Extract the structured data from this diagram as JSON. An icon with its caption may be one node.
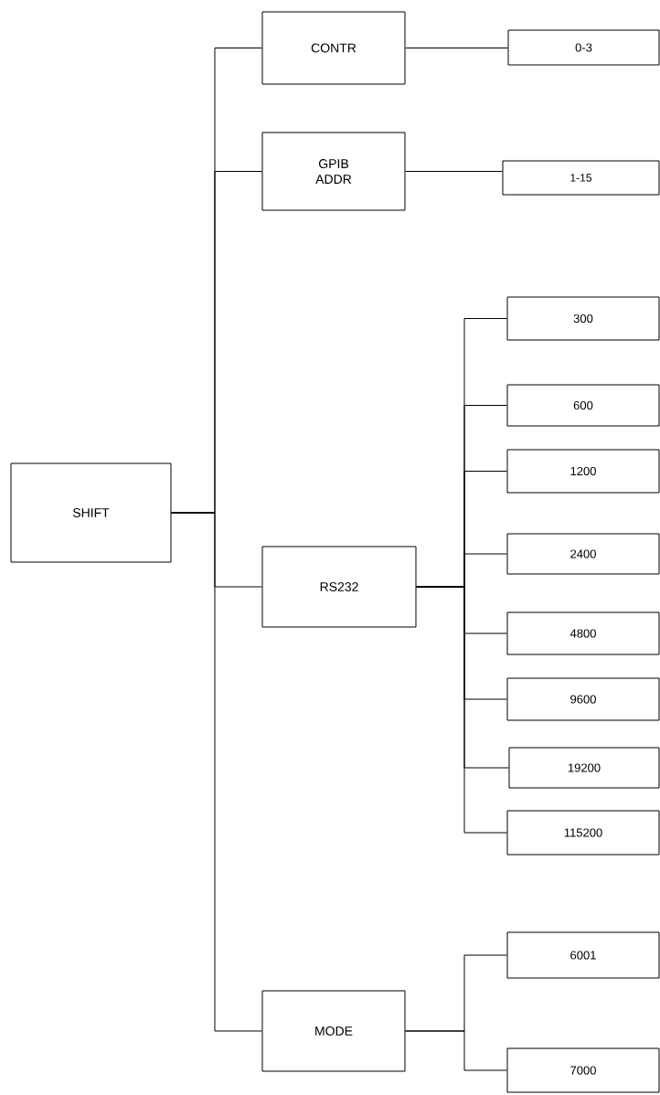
{
  "diagram": {
    "nodes": [
      {
        "text": [
          "SHIFT"
        ]
      },
      {
        "text": [
          "CONTR"
        ]
      },
      {
        "text": [
          "0-3"
        ]
      },
      {
        "text": [
          "GPIB ADDR"
        ]
      },
      {
        "text": [
          "1-15"
        ]
      },
      {
        "text": [
          "RS232"
        ]
      },
      {
        "text": [
          "300"
        ]
      },
      {
        "text": [
          "600"
        ]
      },
      {
        "text": [
          "1200"
        ]
      },
      {
        "text": [
          "2400"
        ]
      },
      {
        "text": [
          "4800"
        ]
      },
      {
        "text": [
          "9600"
        ]
      },
      {
        "text": [
          "19200"
        ]
      },
      {
        "text": [
          "115200"
        ]
      },
      {
        "text": [
          "MODE"
        ]
      },
      {
        "text": [
          "6001"
        ]
      },
      {
        "text": [
          "7000"
        ]
      }
    ],
    "edges": [
      {
        "from": 0,
        "to": 1,
        "arrow": "none"
      },
      {
        "from": 1,
        "to": 2,
        "arrow": "none"
      },
      {
        "from": 0,
        "to": 3,
        "arrow": "none"
      },
      {
        "from": 3,
        "to": 4,
        "arrow": "none"
      },
      {
        "from": 0,
        "to": 5,
        "arrow": "none"
      },
      {
        "from": 5,
        "to": 6,
        "arrow": "none"
      },
      {
        "from": 5,
        "to": 7,
        "arrow": "none"
      },
      {
        "from": 5,
        "to": 8,
        "arrow": "none"
      },
      {
        "from": 5,
        "to": 9,
        "arrow": "none"
      },
      {
        "from": 5,
        "to": 10,
        "arrow": "none"
      },
      {
        "from": 5,
        "to": 11,
        "arrow": "none"
      },
      {
        "from": 5,
        "to": 12,
        "arrow": "none"
      },
      {
        "from": 5,
        "to": 13,
        "arrow": "none"
      },
      {
        "from": 0,
        "to": 14,
        "arrow": "none"
      },
      {
        "from": 14,
        "to": 15,
        "arrow": "none"
      },
      {
        "from": 14,
        "to": 16,
        "arrow": "none"
      }
    ]
  }
}
